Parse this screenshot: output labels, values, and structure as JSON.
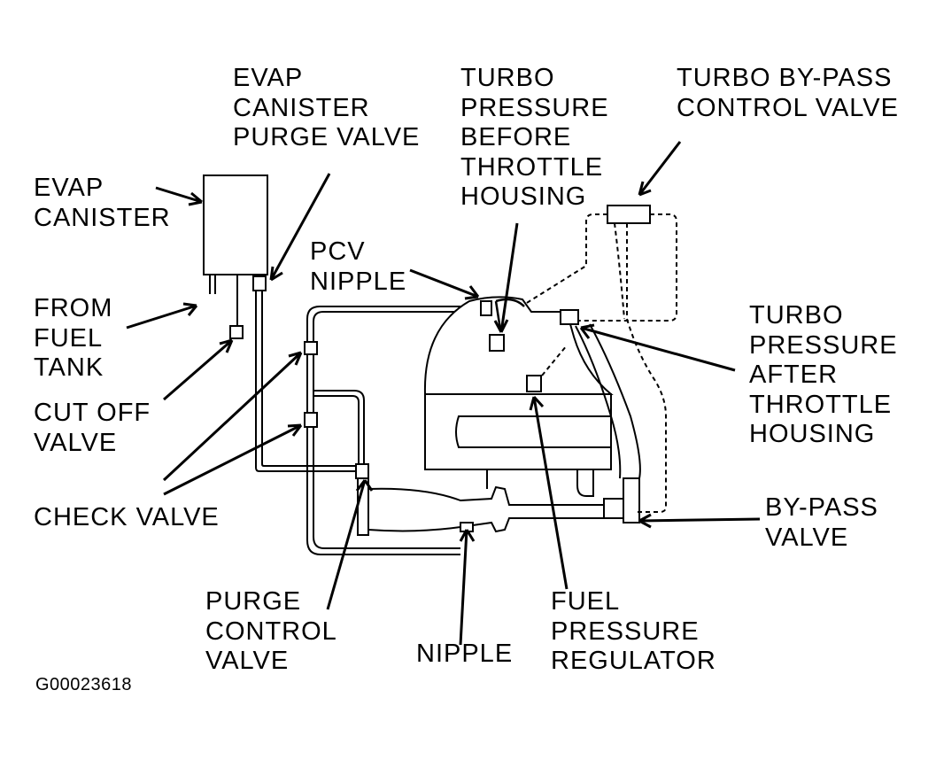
{
  "labels": {
    "evap_canister": "EVAP\nCANISTER",
    "evap_purge_valve": "EVAP\nCANISTER\nPURGE VALVE",
    "turbo_before": "TURBO\nPRESSURE\nBEFORE\nTHROTTLE\nHOUSING",
    "turbo_bypass_control": "TURBO BY-PASS\nCONTROL VALVE",
    "pcv_nipple": "PCV\nNIPPLE",
    "from_fuel_tank": "FROM\nFUEL\nTANK",
    "turbo_after": "TURBO\nPRESSURE\nAFTER\nTHROTTLE\nHOUSING",
    "cut_off_valve": "CUT OFF\nVALVE",
    "check_valve": "CHECK VALVE",
    "bypass_valve": "BY-PASS\nVALVE",
    "purge_control_valve": "PURGE\nCONTROL\nVALVE",
    "nipple": "NIPPLE",
    "fuel_pressure_regulator": "FUEL\nPRESSURE\nREGULATOR"
  },
  "figure_id": "G00023618"
}
